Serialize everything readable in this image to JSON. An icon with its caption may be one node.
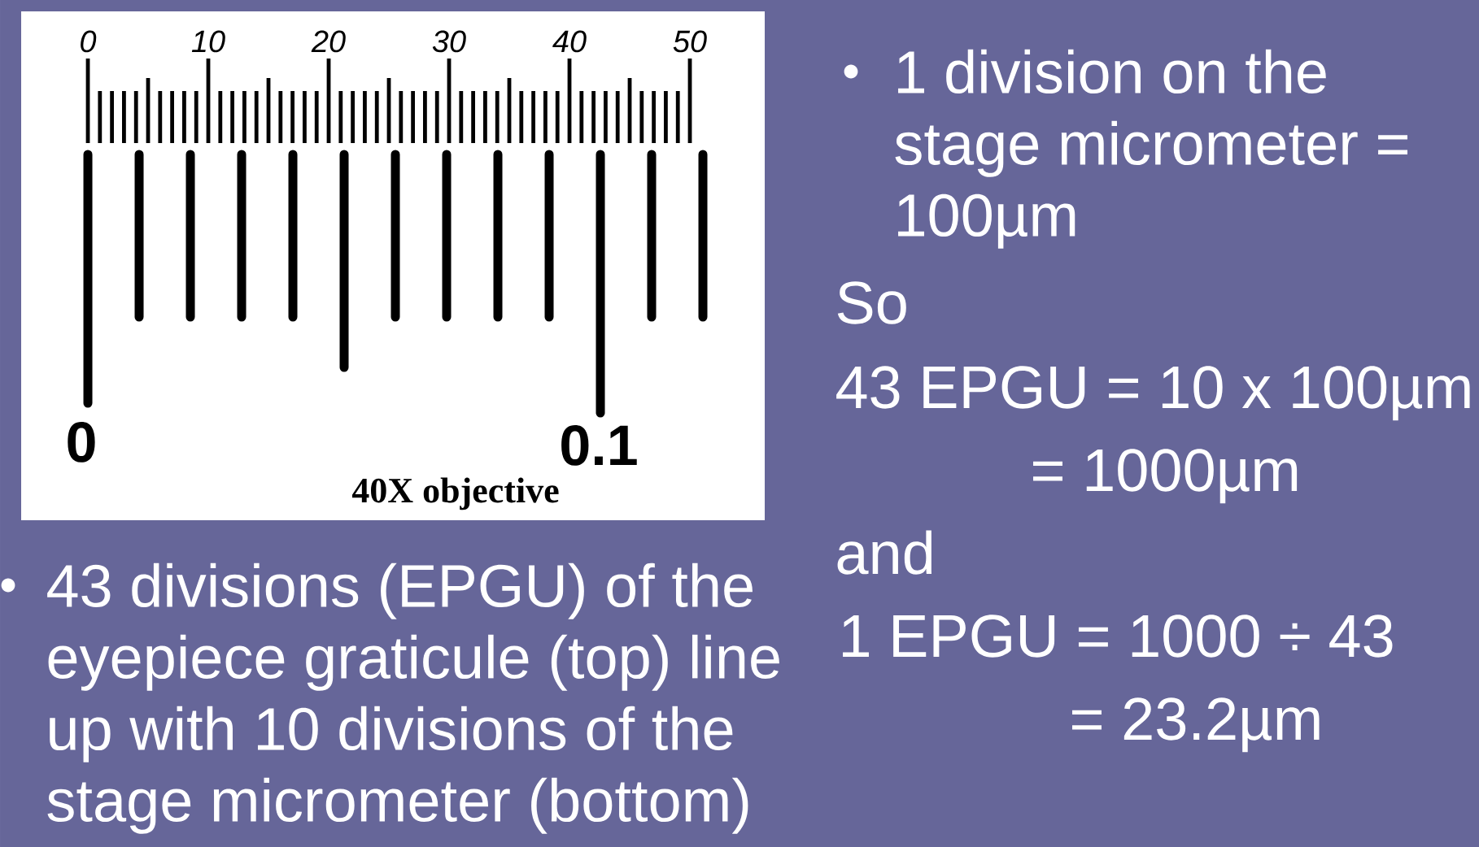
{
  "diagram": {
    "labels": [
      "0",
      "10",
      "20",
      "30",
      "40",
      "50",
      "0",
      "0.1",
      "40X objective",
      "43 divisions (EPGU) of the eyepiece graticule (top) line up with 10 divisions of the stage micrometer (bottom)",
      "1 division on the stage micrometer = 100µm",
      "So",
      "43 EPGU = 10 x 100µm",
      "= 1000µm",
      "and",
      "1 EPGU = 1000 ÷ 43",
      "= 23.2µm"
    ]
  }
}
